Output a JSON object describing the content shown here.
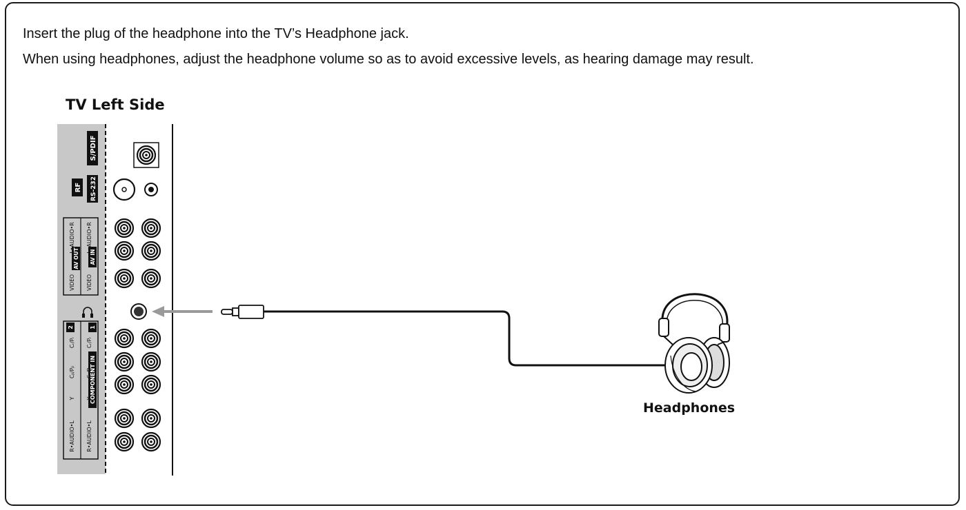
{
  "instructions": {
    "line1": "Insert the plug of the headphone into the TV’s Headphone jack.",
    "line2": "When using headphones, adjust the headphone volume so as to avoid excessive levels, as hearing damage may result."
  },
  "diagram": {
    "panel_title": "TV Left Side",
    "headphones_label": "Headphones",
    "panel_labels": {
      "spdif": "S/PDIF",
      "rf": "RF",
      "rs232": "RS-232",
      "audio_out": "L•AUDIO•R",
      "av_out": "AV OUT",
      "audio_in": "L•AUDIO•R",
      "av_in": "AV IN",
      "video_out": "VIDEO",
      "video_in": "VIDEO",
      "component_in": "COMPONENT IN",
      "comp1": "1",
      "comp2": "2",
      "cr1": "Cᵣ/Pᵣ",
      "cr2": "Cᵣ/Pᵣ",
      "cb1": "Cᵦ/Pᵦ",
      "cb2": "Cᵦ/Pᵦ",
      "y1": "Y",
      "y2": "Y",
      "comp_audio1": "R•AUDIO•L",
      "comp_audio2": "R•AUDIO•L"
    },
    "colors": {
      "panel_gray": "#c8c8c8",
      "line": "#111111",
      "arrow": "#9a9a9a"
    }
  }
}
